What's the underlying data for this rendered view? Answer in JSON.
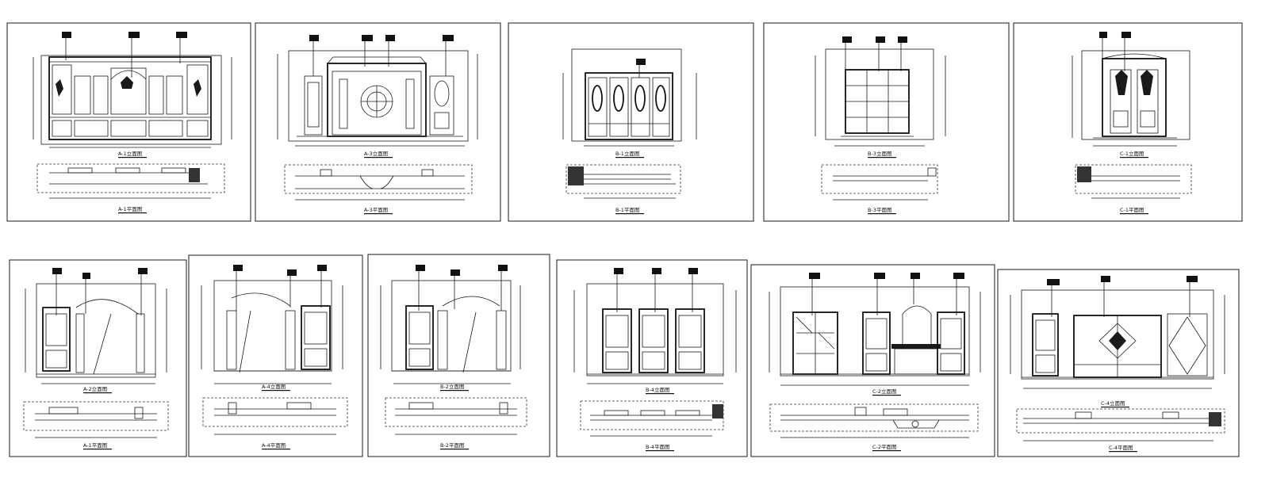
{
  "sheets": [
    {
      "id": "a1",
      "elevation_label": "A-1立面图",
      "plan_label": "A-1平面图"
    },
    {
      "id": "a3",
      "elevation_label": "A-3立面图",
      "plan_label": "A-3平面图"
    },
    {
      "id": "b1",
      "elevation_label": "B-1立面图",
      "plan_label": "B-1平面图"
    },
    {
      "id": "b3",
      "elevation_label": "B-3立面图",
      "plan_label": "B-3平面图"
    },
    {
      "id": "c1",
      "elevation_label": "C-1立面图",
      "plan_label": "C-1平面图"
    },
    {
      "id": "a2",
      "elevation_label": "A-2立面图",
      "plan_label": "A-1平面图"
    },
    {
      "id": "a4",
      "elevation_label": "A-4立面图",
      "plan_label": "A-4平面图"
    },
    {
      "id": "b2",
      "elevation_label": "B-2立面图",
      "plan_label": "B-2平面图"
    },
    {
      "id": "b4",
      "elevation_label": "B-4立面图",
      "plan_label": "B-4平面图"
    },
    {
      "id": "c2",
      "elevation_label": "C-2立面图",
      "plan_label": "C-2平面图"
    },
    {
      "id": "c4",
      "elevation_label": "C-4立面图",
      "plan_label": "C-4平面图"
    }
  ],
  "colors": {
    "ink": "#1a1a1a",
    "paper": "#ffffff"
  }
}
